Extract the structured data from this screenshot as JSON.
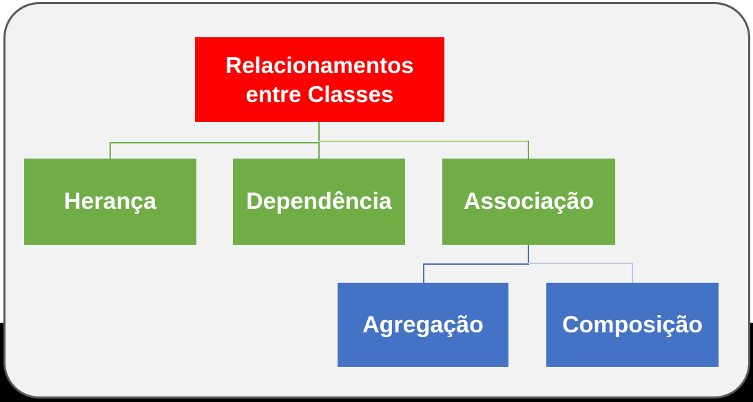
{
  "colors": {
    "background": "#F2F2F2",
    "frame_border": "#595959",
    "outside_bottom": "#000000",
    "root_fill": "#FE0000",
    "level1_fill": "#70AD47",
    "level2_fill": "#4472C4",
    "text": "#FFFFFF",
    "connector_green": "#70AD47",
    "connector_green_light": "#A9D08E",
    "connector_blue": "#4472C4",
    "connector_blue_light": "#B4C7E7"
  },
  "diagram": {
    "type": "hierarchy",
    "root": {
      "label": "Relacionamentos entre Classes"
    },
    "level1": [
      {
        "label": "Herança",
        "parent": "Relacionamentos entre Classes"
      },
      {
        "label": "Dependência",
        "parent": "Relacionamentos entre Classes"
      },
      {
        "label": "Associação",
        "parent": "Relacionamentos entre Classes"
      }
    ],
    "level2": [
      {
        "label": "Agregação",
        "parent": "Associação"
      },
      {
        "label": "Composição",
        "parent": "Associação"
      }
    ]
  }
}
